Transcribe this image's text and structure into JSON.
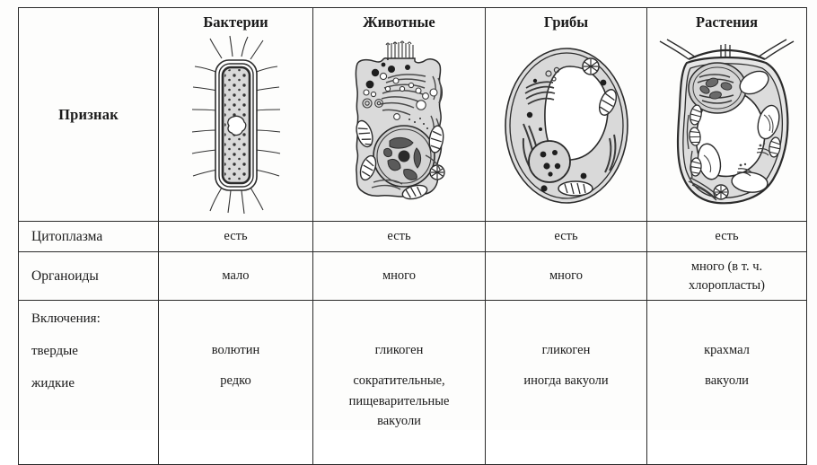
{
  "table": {
    "headers": [
      {
        "label": "Признак",
        "figure": "none"
      },
      {
        "label": "Бактерии",
        "figure": "bacteria-cell-diagram"
      },
      {
        "label": "Животные",
        "figure": "animal-cell-diagram"
      },
      {
        "label": "Грибы",
        "figure": "fungal-cell-diagram"
      },
      {
        "label": "Растения",
        "figure": "plant-cell-diagram"
      }
    ],
    "rows": [
      {
        "feature": "Цитоплазма",
        "bacteria": "есть",
        "animals": "есть",
        "fungi": "есть",
        "plants": "есть"
      },
      {
        "feature": "Органоиды",
        "bacteria": "мало",
        "animals": "много",
        "fungi": "много",
        "plants": "много (в т. ч.\nхлоропласты)"
      }
    ],
    "inclusions": {
      "title": "Включения:",
      "solid_label": "твердые",
      "liquid_label": "жидкие",
      "bacteria": {
        "solid": "волютин",
        "liquid": "редко"
      },
      "animals": {
        "solid": "гликоген",
        "liquid": "сократительные,\nпищеварительные\nвакуоли"
      },
      "fungi": {
        "solid": "гликоген",
        "liquid": "иногда вакуоли"
      },
      "plants": {
        "solid": "крахмал",
        "liquid": "вакуоли"
      }
    }
  },
  "colors": {
    "border": "#2b2b2b",
    "text": "#1a1a1a",
    "cell_fill": "#d9d9d9",
    "page_bg": "#fdfdfc"
  }
}
